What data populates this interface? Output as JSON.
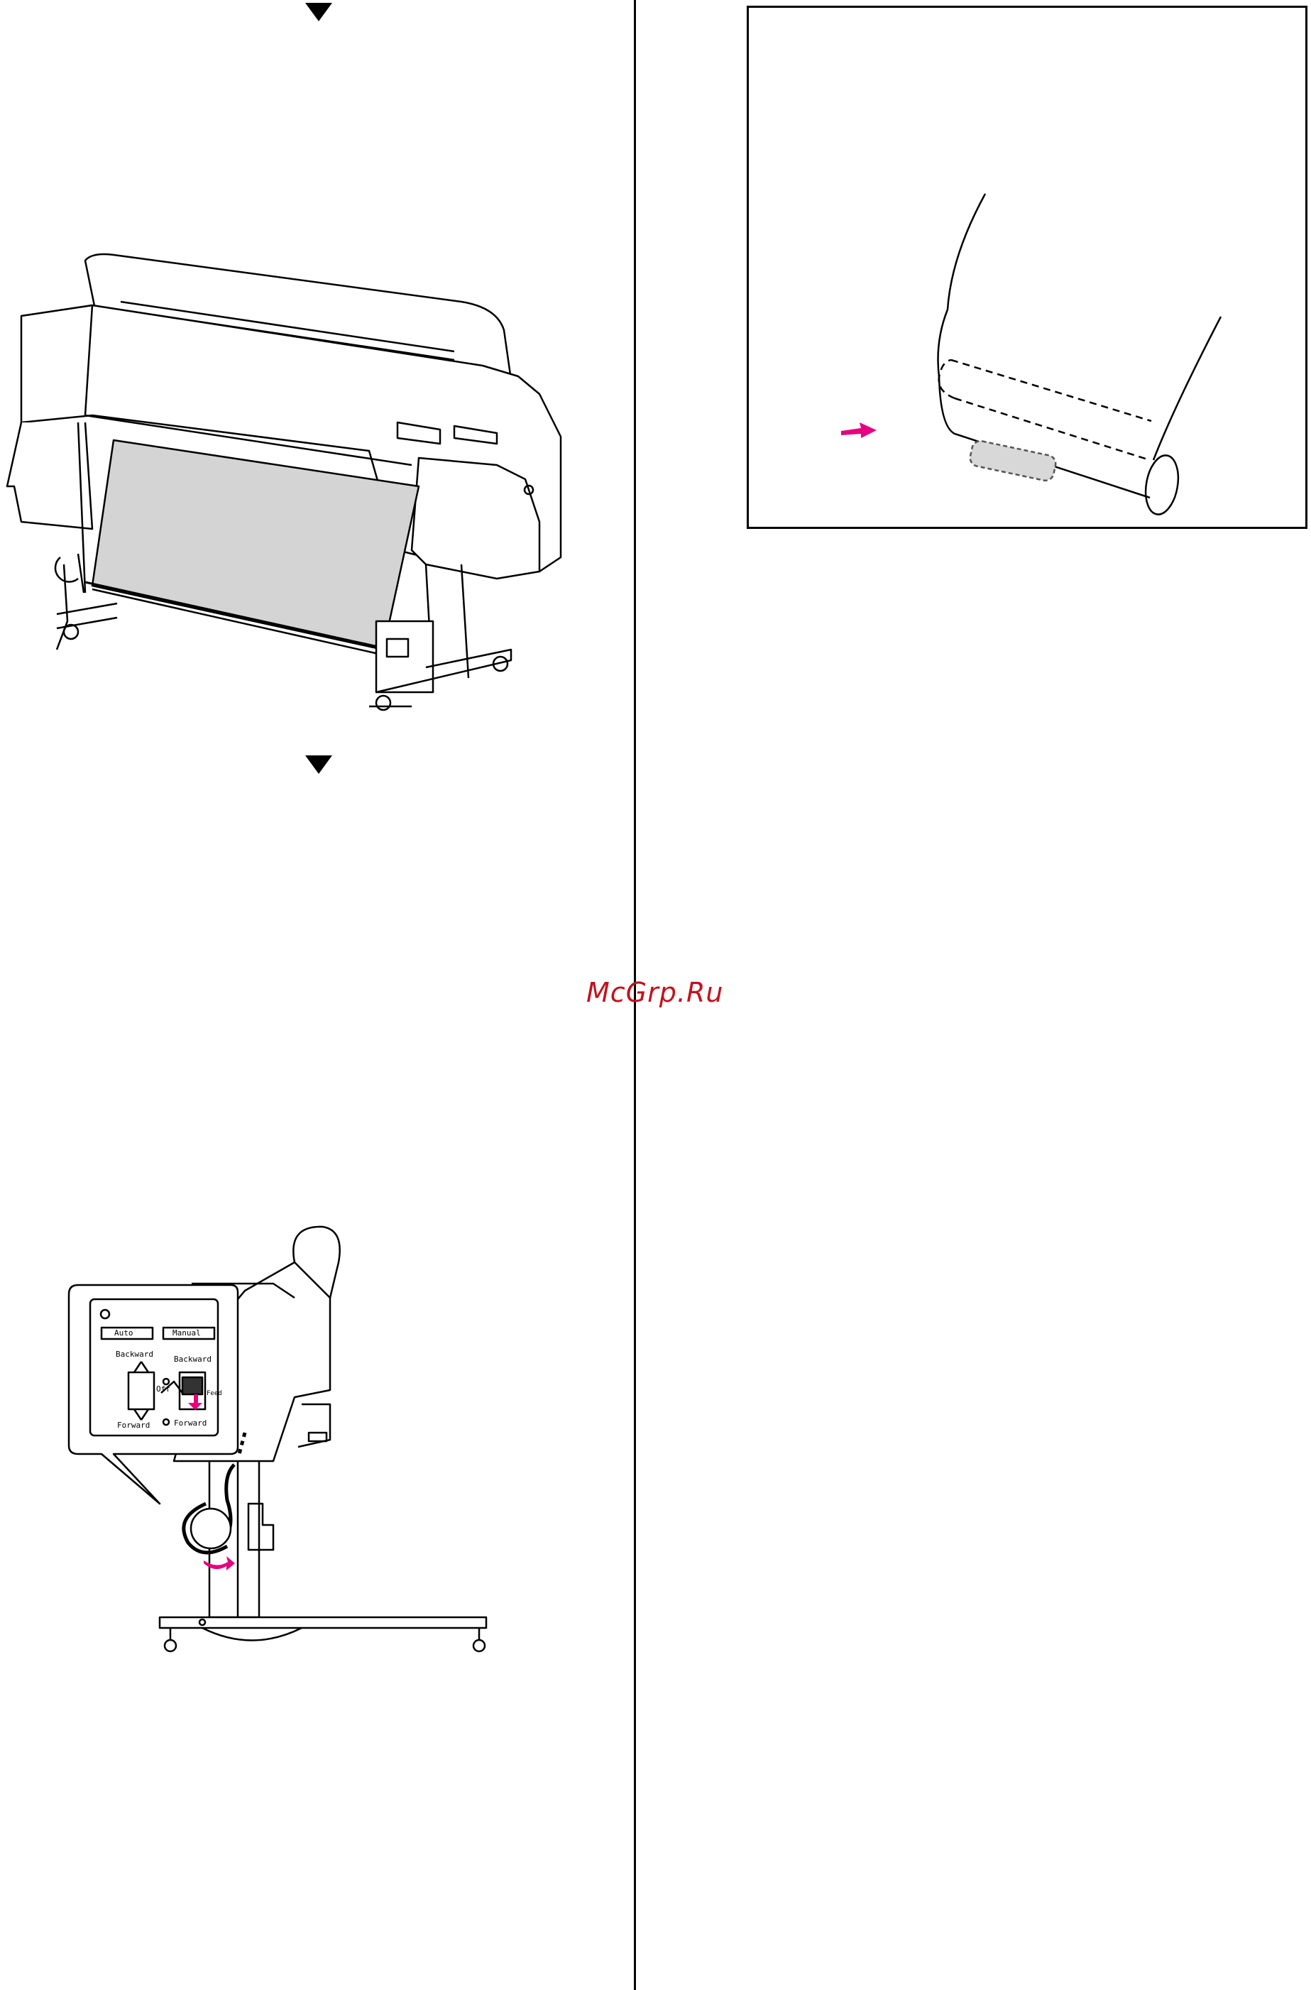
{
  "watermark": {
    "text": "McGrp.Ru",
    "color": "#c0141c"
  },
  "switch_panel": {
    "circle_label": "",
    "auto_label": "Auto",
    "manual_label": "Manual",
    "auto_backward": "Backward",
    "auto_forward": "Forward",
    "off_label": "Off",
    "manual_backward": "Backward",
    "manual_forward": "Forward",
    "feed_label": "Feed"
  },
  "colors": {
    "accent": "#e6007e",
    "paper_fill": "#d4d4d4"
  },
  "icons": [
    "down-triangle-icon",
    "down-triangle-icon",
    "magenta-arrow-icon",
    "magenta-arrow-icon"
  ]
}
